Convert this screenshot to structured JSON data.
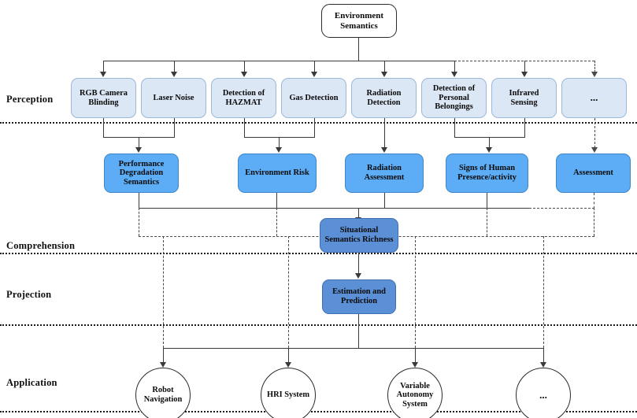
{
  "diagram": {
    "title_node": {
      "label": "Environment\nSemantics"
    },
    "lanes": [
      {
        "name": "perception",
        "label": "Perception"
      },
      {
        "name": "comprehension",
        "label": "Comprehension"
      },
      {
        "name": "projection",
        "label": "Projection"
      },
      {
        "name": "application",
        "label": "Application"
      }
    ],
    "perception_nodes": [
      {
        "id": "rgb-camera-blinding",
        "label": "RGB Camera\nBlinding"
      },
      {
        "id": "laser-noise",
        "label": "Laser Noise"
      },
      {
        "id": "detection-of-hazmat",
        "label": "Detection of\nHAZMAT"
      },
      {
        "id": "gas-detection",
        "label": "Gas Detection"
      },
      {
        "id": "radiation-detection",
        "label": "Radiation\nDetection"
      },
      {
        "id": "detection-of-personal-belongings",
        "label": "Detection of\nPersonal\nBelongings"
      },
      {
        "id": "infrared-sensing",
        "label": "Infrared\nSensing"
      },
      {
        "id": "perception-more",
        "label": "..."
      }
    ],
    "comprehension_nodes": [
      {
        "id": "performance-degradation-semantics",
        "label": "Performance\nDegradation\nSemantics"
      },
      {
        "id": "environment-risk",
        "label": "Environment Risk"
      },
      {
        "id": "radiation-assessment",
        "label": "Radiation\nAssessment"
      },
      {
        "id": "signs-of-human-presence-activity",
        "label": "Signs of Human\nPresence/activity"
      },
      {
        "id": "assessment",
        "label": "Assessment"
      }
    ],
    "core_nodes": [
      {
        "id": "situational-semantics-richness",
        "label": "Situational\nSemantics Richness"
      },
      {
        "id": "estimation-and-prediction",
        "label": "Estimation and\nPrediction"
      }
    ],
    "application_nodes": [
      {
        "id": "robot-navigation",
        "label": "Robot\nNavigation"
      },
      {
        "id": "hri-system",
        "label": "HRI System"
      },
      {
        "id": "variable-autonomy-system",
        "label": "Variable\nAutonomy\nSystem"
      },
      {
        "id": "application-more",
        "label": "..."
      }
    ],
    "colors": {
      "perception_fill": "#dce7f6",
      "perception_stroke": "#9bb7d9",
      "comprehension_fill": "#5cacf6",
      "comprehension_stroke": "#3f86c9",
      "core_fill": "#5b8fd6",
      "core_stroke": "#3f6fb0",
      "node_white": "#ffffff",
      "line": "#3a3a3a",
      "separator": "#1a1a1a",
      "text": "#0b0b0b"
    }
  }
}
